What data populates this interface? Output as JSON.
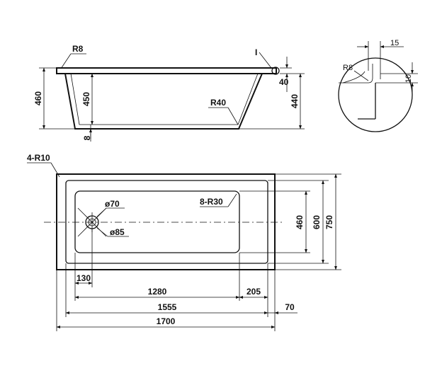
{
  "side_view": {
    "corner_radius": "R8",
    "bottom_radius": "R40",
    "overall_height": "460",
    "inner_depth": "450",
    "right_height": "440",
    "base_thickness": "8",
    "rim_offset": "40",
    "detail_marker": "I"
  },
  "detail_view": {
    "radius": "R8",
    "width": "15",
    "height": "10"
  },
  "plan_view": {
    "corner_radius": "4-R10",
    "inner_radius": "8-R30",
    "drain_diameter": "ø70",
    "outlet_diameter": "ø85",
    "inner_width": "460",
    "mid_width": "600",
    "overall_width": "750",
    "drain_offset": "130",
    "basin_length": "1280",
    "end_offset": "205",
    "inner_length": "1555",
    "rim_offset": "70",
    "overall_length": "1700"
  }
}
